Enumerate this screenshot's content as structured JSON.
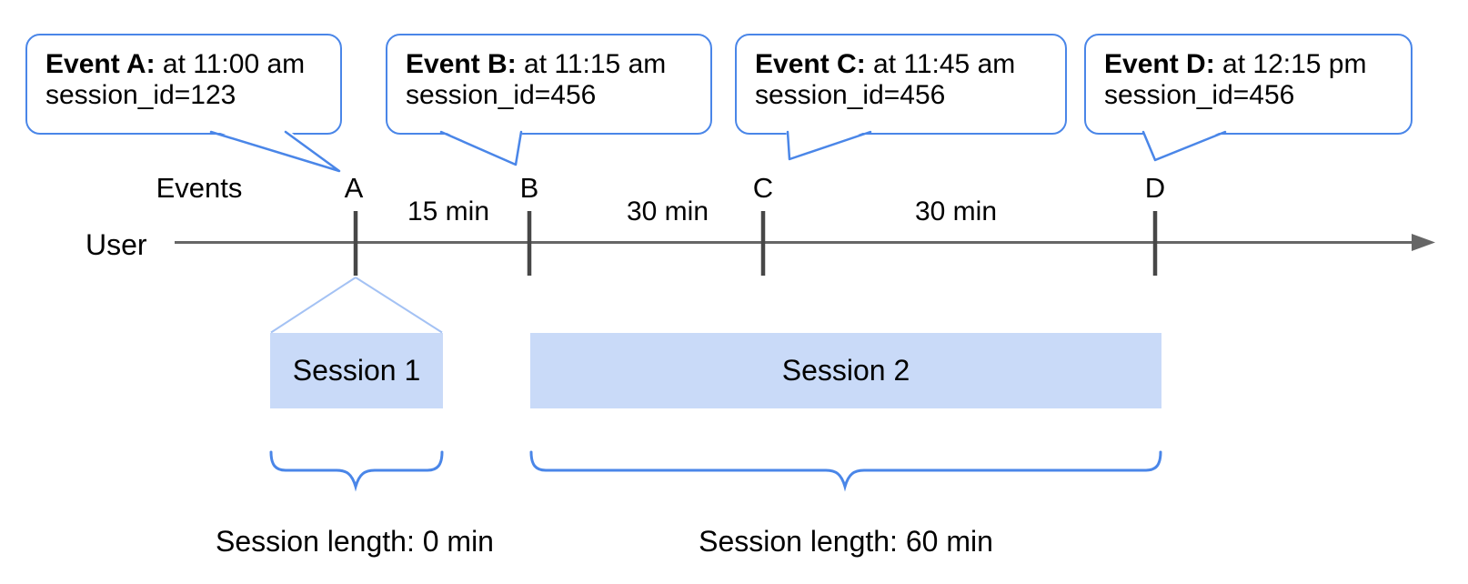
{
  "colors": {
    "accent": "#4a86e8",
    "accent_light": "#a4c2f4",
    "session_fill": "#c9daf8",
    "timeline": "#666666",
    "tick": "#474747",
    "text": "#000000"
  },
  "callouts": [
    {
      "letter": "A",
      "title": "Event A:",
      "time": "at 11:00 am",
      "session": "session_id=123"
    },
    {
      "letter": "B",
      "title": "Event B:",
      "time": "at 11:15 am",
      "session": "session_id=456"
    },
    {
      "letter": "C",
      "title": "Event C:",
      "time": "at 11:45 am",
      "session": "session_id=456"
    },
    {
      "letter": "D",
      "title": "Event D:",
      "time": "at 12:15 pm",
      "session": "session_id=456"
    }
  ],
  "timeline": {
    "events_label": "Events",
    "user_label": "User",
    "intervals": [
      "15 min",
      "30 min",
      "30 min"
    ]
  },
  "sessions": [
    {
      "label": "Session 1",
      "length_label": "Session length: 0 min"
    },
    {
      "label": "Session 2",
      "length_label": "Session length: 60 min"
    }
  ]
}
